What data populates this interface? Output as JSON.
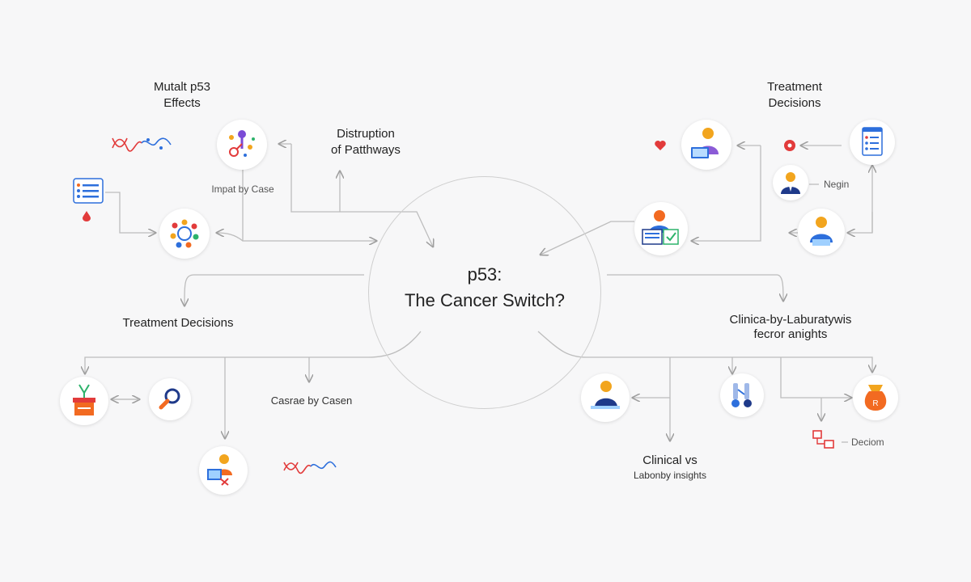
{
  "center": {
    "line1": "p53:",
    "line2": "The Cancer Switch?"
  },
  "labels": {
    "mutant_line1": "Mutalt p53",
    "mutant_line2": "Effects",
    "disruption_line1": "Distruption",
    "disruption_line2": "of Patthways",
    "impact": "Impat by Case",
    "treatment_left": "Treatment Decisions",
    "case_by_case": "Casrae by Casen",
    "treatment_right_line1": "Treatment",
    "treatment_right_line2": "Decisions",
    "negin": "Negin",
    "clinical_right_line1": "Clinica-by-Laburatywis",
    "clinical_right_line2": "fecror anights",
    "clinical_bottom_line1": "Clinical vs",
    "clinical_bottom_line2": "Labonby insights",
    "decision": "Deciom"
  },
  "icons": [
    "dna-icon",
    "molecule-icon",
    "document-list-icon",
    "blood-drop-icon",
    "protein-network-icon",
    "heart-icon",
    "doctor-laptop-icon",
    "record-icon",
    "checklist-icon",
    "doctor-icon",
    "doctor-review-icon",
    "doctor-desk-icon",
    "podium-icon",
    "magnifier-icon",
    "researcher-icon",
    "dna-icon",
    "clinician-icon",
    "lab-flasks-icon",
    "pill-bag-icon",
    "flowchart-icon"
  ],
  "colors": {
    "line": "#bdbdbd",
    "accent_orange": "#f26a21",
    "accent_blue": "#2d6fdc",
    "accent_red": "#e23b3b"
  }
}
